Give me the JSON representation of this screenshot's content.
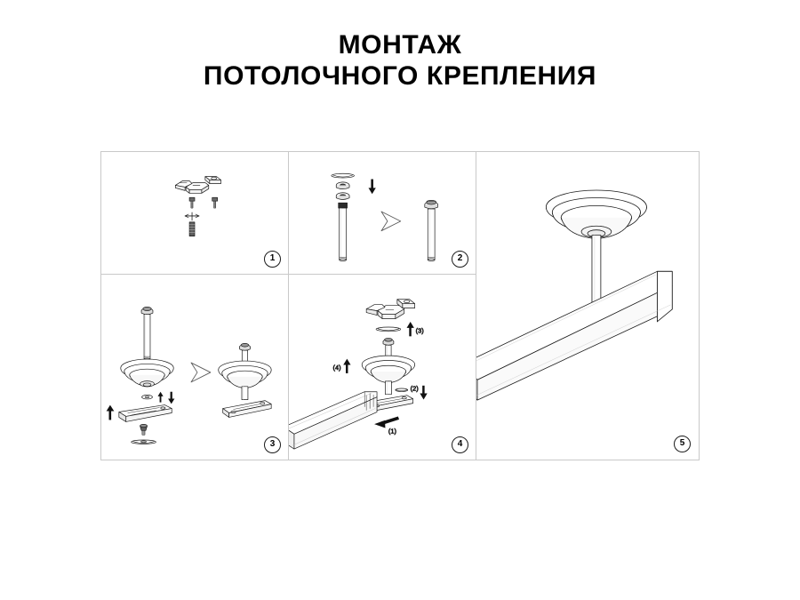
{
  "document": {
    "title_lines": [
      "МОНТАЖ",
      "ПОТОЛОЧНОГО КРЕПЛЕНИЯ"
    ],
    "language": "ru",
    "type": "installation-instruction-diagram",
    "background_color": "#ffffff",
    "line_color": "#1a1a1a",
    "panel_border_color": "#c9c9c9"
  },
  "panels": [
    {
      "number": "1",
      "name": "ceiling-bracket-and-fasteners",
      "description": "Потолочный кронштейн, два самореза и дюбель",
      "parts": [
        "mounting-bracket",
        "screw-left",
        "screw-right",
        "wall-plug"
      ]
    },
    {
      "number": "2",
      "name": "rod-and-nuts-assembly",
      "description": "Установка гаек и шайбы на стержень",
      "parts": [
        "rod",
        "nut-upper",
        "nut-lower",
        "washer"
      ],
      "arrows": [
        "down-arrow",
        "proceed-arrow"
      ]
    },
    {
      "number": "3",
      "name": "canopy-assembly",
      "description": "Сборка чашки с стержнем, шайбой и монтажной планкой",
      "parts": [
        "rod",
        "canopy-cup",
        "washer",
        "mount-plate",
        "screw"
      ],
      "arrows": [
        "up-arrow",
        "down-arrow",
        "proceed-arrow"
      ]
    },
    {
      "number": "4",
      "name": "fixing-to-profile",
      "description": "Крепление собранного узла к профилю светильника",
      "parts": [
        "mounting-bracket",
        "canopy-cup",
        "rod",
        "mount-plate",
        "linear-profile"
      ],
      "callouts": [
        {
          "label": "(1)",
          "arrow": "diagonal-left-arrow"
        },
        {
          "label": "(2)",
          "arrow": "down-arrow"
        },
        {
          "label": "(3)",
          "arrow": "up-arrow"
        },
        {
          "label": "(4)",
          "arrow": "up-arrow"
        }
      ]
    },
    {
      "number": "5",
      "name": "final-installed-view",
      "description": "Светильник, подвешенный на потолочном креплении",
      "parts": [
        "ceiling-canopy",
        "suspension-rod",
        "linear-luminaire-profile"
      ]
    }
  ]
}
